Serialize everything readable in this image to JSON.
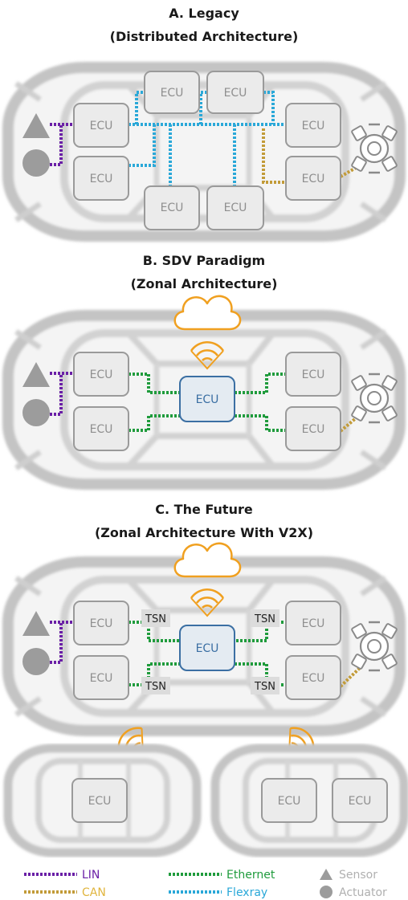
{
  "sections": {
    "a": {
      "title1": "A. Legacy",
      "title2": "(Distributed Architecture)"
    },
    "b": {
      "title1": "B. SDV Paradigm",
      "title2": "(Zonal Architecture)"
    },
    "c": {
      "title1": "C. The Future",
      "title2": "(Zonal Architecture With V2X)"
    }
  },
  "ecu_label": "ECU",
  "tsn_label": "TSN",
  "colors": {
    "lin": "#6a1fa6",
    "can": "#c29b38",
    "ethernet": "#1f9b3c",
    "flexray": "#2aa8d8",
    "central_ecu": "#3b6fa3",
    "cloud": "#f0a020",
    "ecu_stroke": "#9a9a9a",
    "ecu_fill": "#ebebeb",
    "sensor": "#9c9c9c"
  },
  "legend": {
    "lin": "LIN",
    "can": "CAN",
    "ethernet": "Ethernet",
    "flexray": "Flexray",
    "sensor": "Sensor",
    "actuator": "Actuator"
  },
  "icons": [
    "cloud-icon",
    "wifi-icon",
    "engine-icon",
    "sensor-triangle-icon",
    "actuator-circle-icon"
  ]
}
